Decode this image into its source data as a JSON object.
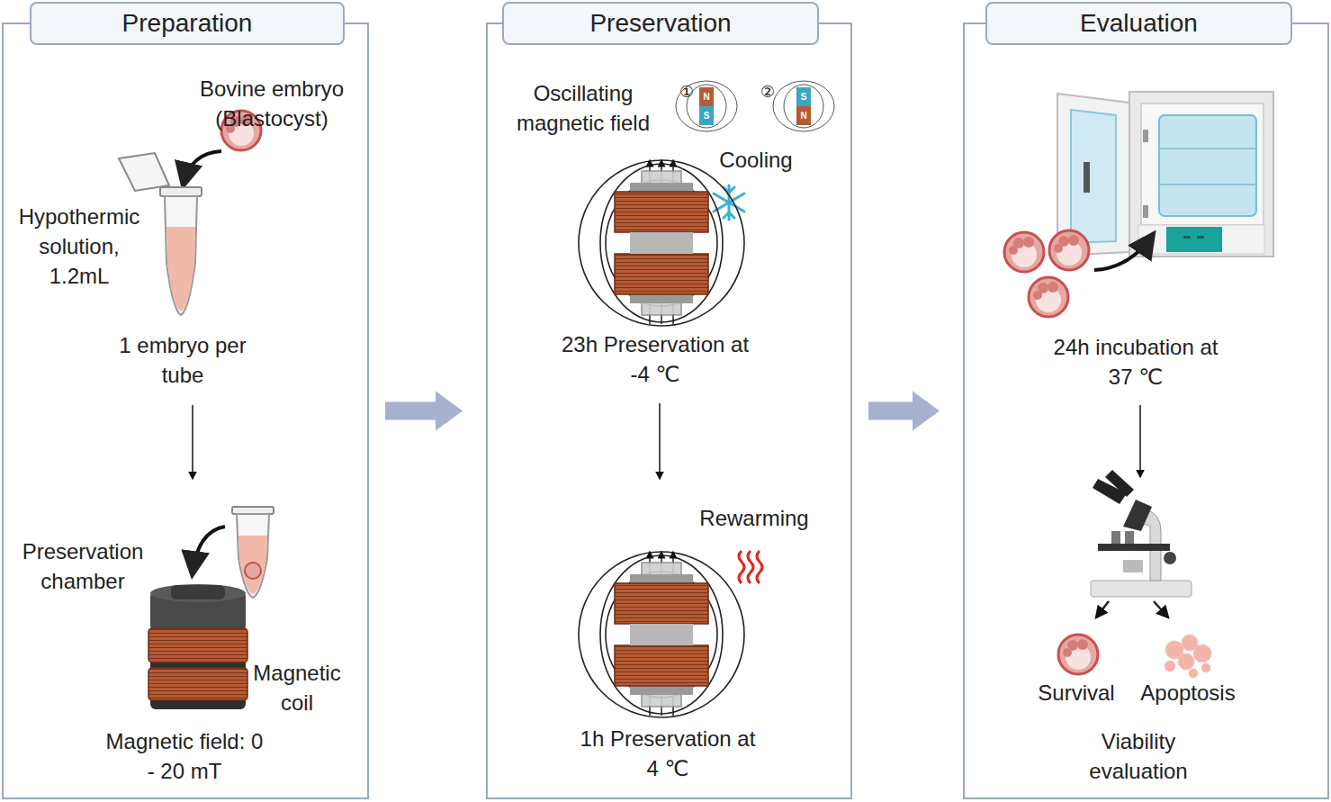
{
  "diagram": {
    "nodes": [
      {
        "text": [
          "Preparation"
        ]
      },
      {
        "text": [
          "Preservation"
        ]
      },
      {
        "text": [
          "Evaluation"
        ]
      }
    ],
    "edges": [
      {
        "from": 0,
        "to": 1,
        "arrow": "to"
      },
      {
        "from": 1,
        "to": 2,
        "arrow": "to"
      }
    ],
    "labels": [
      "Bovine embryo (Blastocyst)",
      "Hypothermic solution, 1.2mL",
      "1 embryo per tube",
      "Preservation chamber",
      "Magnetic coil",
      "Magnetic field: 0 - 20 mT",
      "Oscillating magnetic field",
      "①",
      "②",
      "N",
      "S",
      "S",
      "N",
      "Cooling",
      "23h Preservation at -4 ℃",
      "Rewarming",
      "1h Preservation at 4 ℃",
      "24h incubation at 37 ℃",
      "Survival",
      "Apoptosis",
      "Viability evaluation"
    ]
  }
}
